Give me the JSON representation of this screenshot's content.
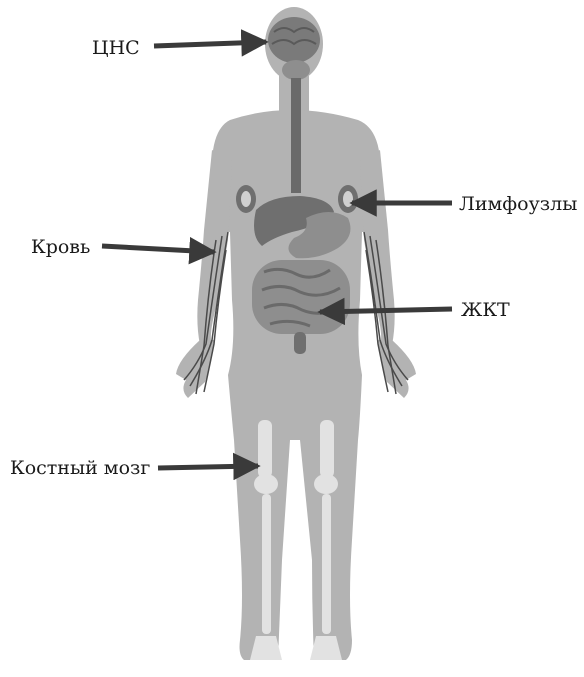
{
  "labels": {
    "cns": "ЦНС",
    "lymph_nodes": "Лимфоузлы",
    "blood": "Кровь",
    "gi_tract": "ЖКТ",
    "bone_marrow": "Костный мозг"
  },
  "colors": {
    "body": "#b3b3b3",
    "organ_dark": "#6f6f6f",
    "organ_mid": "#8e8e8e",
    "bone": "#e2e2e2",
    "vessel": "#4a4a4a",
    "arrow": "#3a3a3a"
  }
}
